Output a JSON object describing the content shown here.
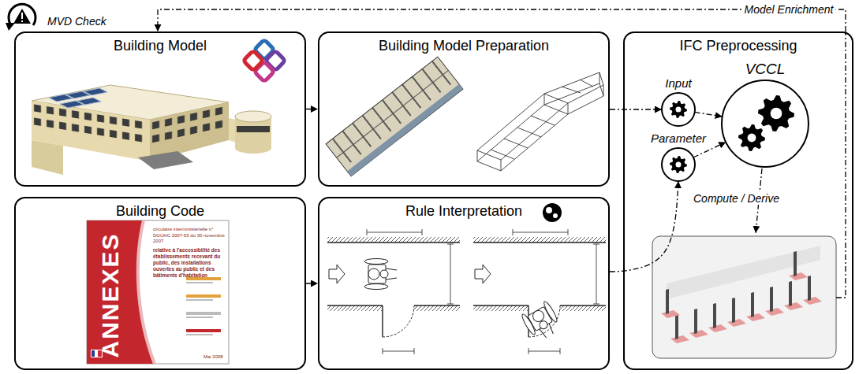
{
  "diagram": {
    "nodes": [
      {
        "text": [
          "Building Model"
        ]
      },
      {
        "text": [
          "Building Model Preparation"
        ]
      },
      {
        "text": [
          "IFC Preprocessing"
        ]
      },
      {
        "text": [
          "Input"
        ],
        "in": 2
      },
      {
        "text": [
          "Parameter"
        ],
        "in": 2
      },
      {
        "text": [
          "VCCL"
        ],
        "in": 2
      },
      {
        "text": [
          "Building Code"
        ]
      },
      {
        "text": [
          "Rule Interpretation"
        ]
      }
    ],
    "edges": [
      {
        "from": 0,
        "to": 1,
        "arrow": "to"
      },
      {
        "from": 1,
        "to": 3,
        "arrow": "to"
      },
      {
        "from": 3,
        "to": 5,
        "arrow": "to"
      },
      {
        "from": 4,
        "to": 5,
        "arrow": "to"
      },
      {
        "from": 6,
        "to": 7,
        "arrow": "to"
      },
      {
        "from": 7,
        "to": 4,
        "arrow": "to"
      },
      {
        "from": 2,
        "to": 0,
        "label": "Model Enrichment",
        "arrow": "to"
      }
    ],
    "labels": [
      "MVD Check",
      "Compute / Derive",
      "ANNEXES",
      "circulaire interministérielle n° DGUHC 2007-53 du 30 novembre 2007",
      "relative à l'accessibilité des établissements recevant du public, des installations ouvertes au public et des bâtiments d'habitation",
      "Mai 2008"
    ]
  }
}
